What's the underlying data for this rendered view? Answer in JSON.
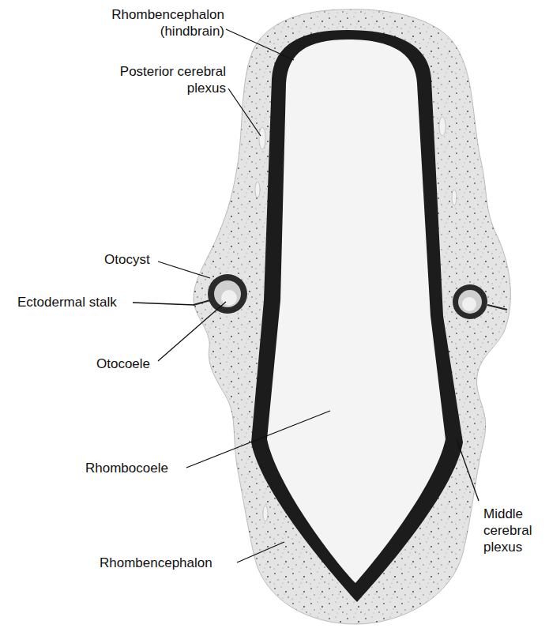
{
  "diagram": {
    "labels": [
      "Rhombencephalon (hindbrain)",
      "Posterior cerebral plexus",
      "Otocyst",
      "Ectodermal stalk",
      "Otocoele",
      "Rhombocoele",
      "Middle cerebral plexus",
      "Rhombencephalon"
    ]
  }
}
